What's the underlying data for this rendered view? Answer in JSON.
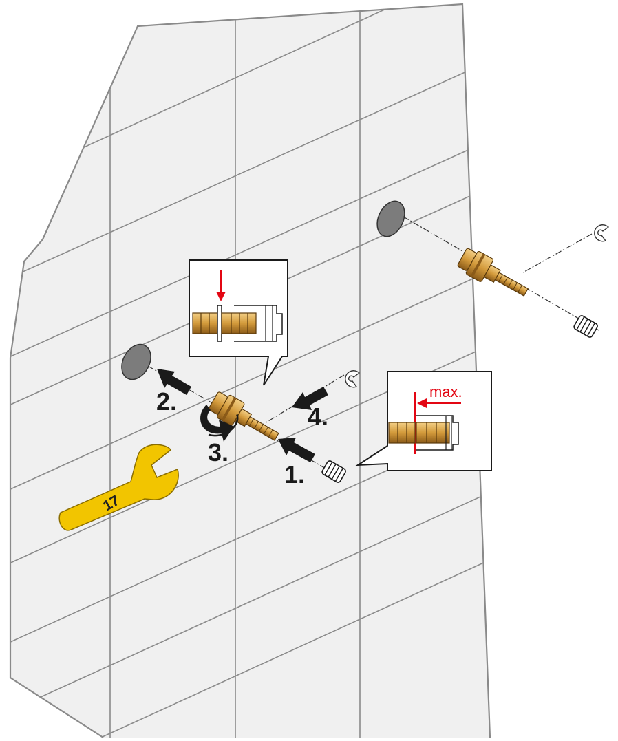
{
  "steps": {
    "step1": "1.",
    "step2": "2.",
    "step3": "3.",
    "step4": "4."
  },
  "detail_insertion": {
    "label": "max."
  },
  "wrench": {
    "size": "17"
  },
  "colors": {
    "wall_fill": "#f0f0f0",
    "wall_line": "#8a8a8a",
    "brass": "#d39a3b",
    "brass_dark": "#7a4e12",
    "wrench": "#f2c500",
    "marker_red": "#e30613",
    "hole_gray": "#7c7c7c",
    "arrow_black": "#1a1a1a"
  },
  "icons": {
    "rotation": "curved-rotation-arrow-icon",
    "push": "thick-push-arrow-icon"
  }
}
